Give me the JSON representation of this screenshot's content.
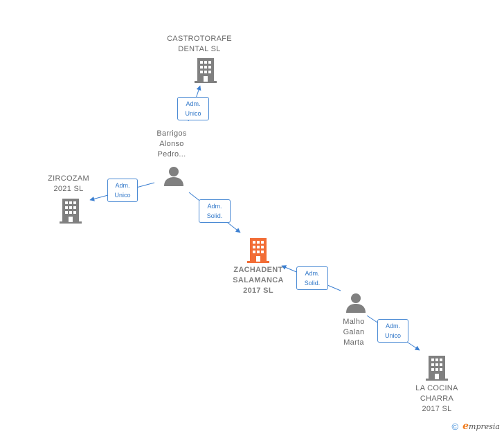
{
  "nodes": {
    "castrotorafe": {
      "label": "CASTROTORAFE\nDENTAL  SL"
    },
    "barrigos": {
      "label": "Barrigos\nAlonso\nPedro..."
    },
    "zircozam": {
      "label": "ZIRCOZAM\n2021  SL"
    },
    "zachadent": {
      "label": "ZACHADENT\nSALAMANCA\n2017  SL"
    },
    "malho": {
      "label": "Malho\nGalan\nMarta"
    },
    "lacocina": {
      "label": "LA COCINA\nCHARRA\n2017  SL"
    }
  },
  "edges": {
    "e1": {
      "label": "Adm.\nUnico"
    },
    "e2": {
      "label": "Adm.\nUnico"
    },
    "e3": {
      "label": "Adm.\nSolid."
    },
    "e4": {
      "label": "Adm.\nSolid."
    },
    "e5": {
      "label": "Adm.\nUnico"
    }
  },
  "colors": {
    "company": "#808080",
    "main_company": "#f26d36",
    "person": "#808080",
    "edge": "#3b7fd1",
    "edge_label_border": "#4a8ad4"
  },
  "footer": {
    "copyright": "©",
    "brand_initial": "e",
    "brand_rest": "mpresia"
  }
}
